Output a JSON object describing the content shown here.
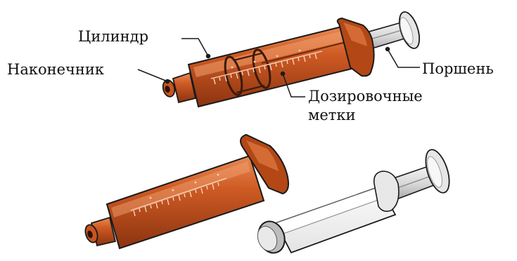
{
  "labels": {
    "cylinder": "Цилиндр",
    "tip": "Наконечник",
    "plunger": "Поршень",
    "marks_line1": "Дозировочные",
    "marks_line2": "метки"
  },
  "colors": {
    "barrel": "#c8551f",
    "barrel_dark": "#8e3510",
    "barrel_light": "#e8864f",
    "plunger": "#dcdcdc",
    "outline": "#1a1a1a"
  }
}
